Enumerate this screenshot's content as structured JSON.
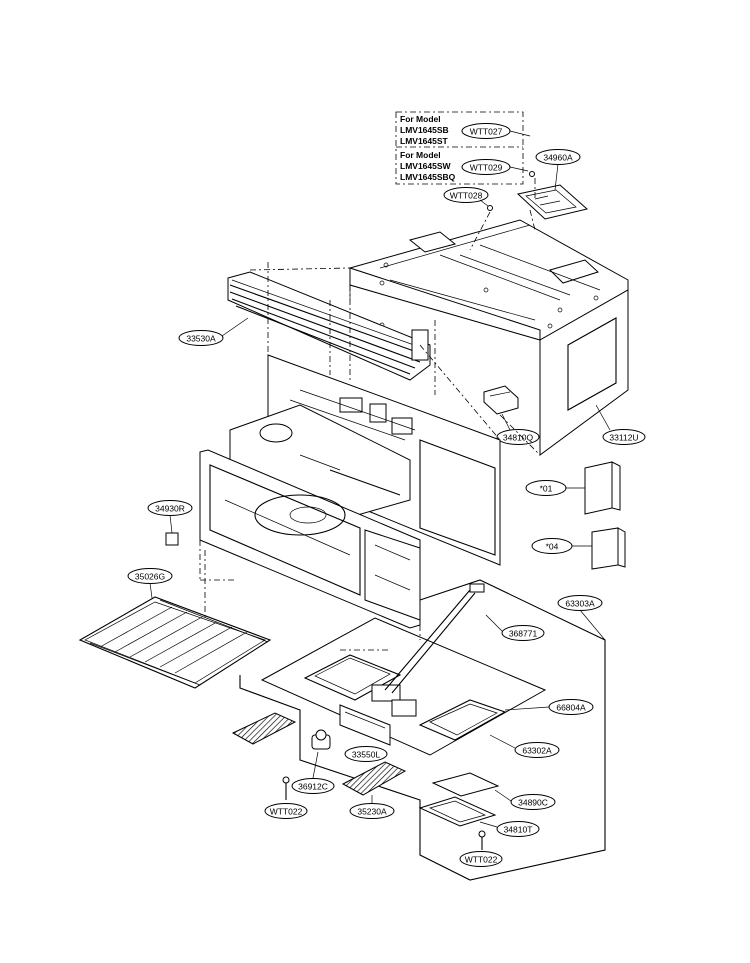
{
  "model_note": {
    "group1": {
      "line1": "For Model",
      "line2": "LMV1645SB",
      "line3": "LMV1645ST",
      "code": "WTT027"
    },
    "group2": {
      "line1": "For Model",
      "line2": "LMV1645SW",
      "line3": "LMV1645SBQ",
      "code": "WTT029"
    }
  },
  "callouts": {
    "c34960A": "34960A",
    "cWTT028": "WTT028",
    "c33530A": "33530A",
    "c34810Q": "34810Q",
    "c33112U": "33112U",
    "c01": "*01",
    "c04": "*04",
    "c34930R": "34930R",
    "c35026G": "35026G",
    "c63303A": "63303A",
    "c368771": "368771",
    "c66804A": "66804A",
    "c63302A": "63302A",
    "c33550L": "33550L",
    "c36912C": "36912C",
    "c35230A": "35230A",
    "c34890C": "34890C",
    "c34810T": "34810T",
    "cWTT022a": "WTT022",
    "cWTT022b": "WTT022"
  }
}
